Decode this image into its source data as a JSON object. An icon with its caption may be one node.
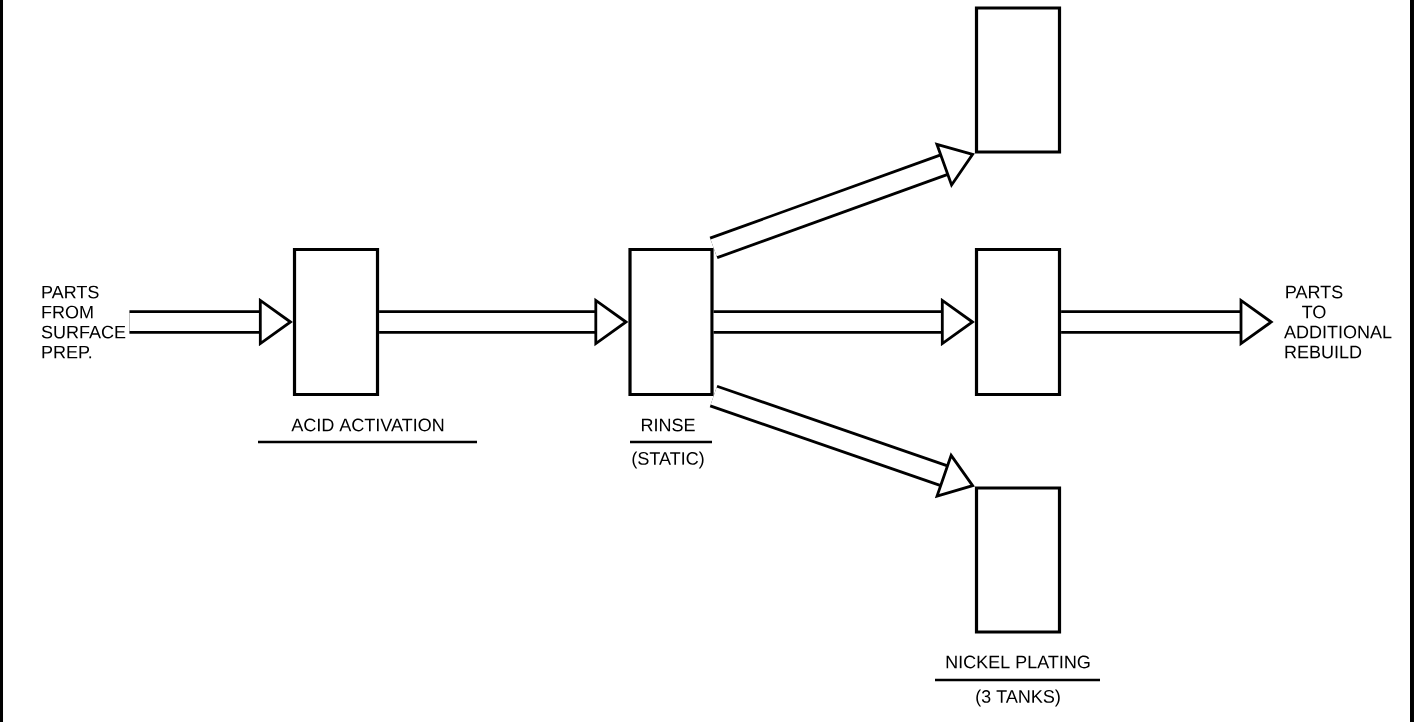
{
  "diagram": {
    "nodes": [
      {
        "text": [
          "PARTS FROM SURFACE PREP."
        ]
      },
      {
        "text": [],
        "shape": "box",
        "beside": [
          "ACID ACTIVATION"
        ]
      },
      {
        "text": [],
        "shape": "box",
        "beside": [
          "RINSE",
          "(STATIC)"
        ]
      },
      {
        "text": [],
        "shape": "box"
      },
      {
        "text": [],
        "shape": "box"
      },
      {
        "text": [],
        "shape": "box"
      },
      {
        "text": [
          "PARTS TO ADDITIONAL REBUILD"
        ]
      }
    ],
    "edges": [
      {
        "from": 0,
        "to": 1,
        "arrow": "to"
      },
      {
        "from": 1,
        "to": 2,
        "arrow": "to"
      },
      {
        "from": 2,
        "to": 3,
        "arrow": "to"
      },
      {
        "from": 2,
        "to": 4,
        "arrow": "to"
      },
      {
        "from": 2,
        "to": 5,
        "arrow": "to"
      },
      {
        "from": 4,
        "to": 6,
        "arrow": "to"
      }
    ],
    "labels": [
      "NICKEL PLATING",
      "(3 TANKS)"
    ]
  }
}
